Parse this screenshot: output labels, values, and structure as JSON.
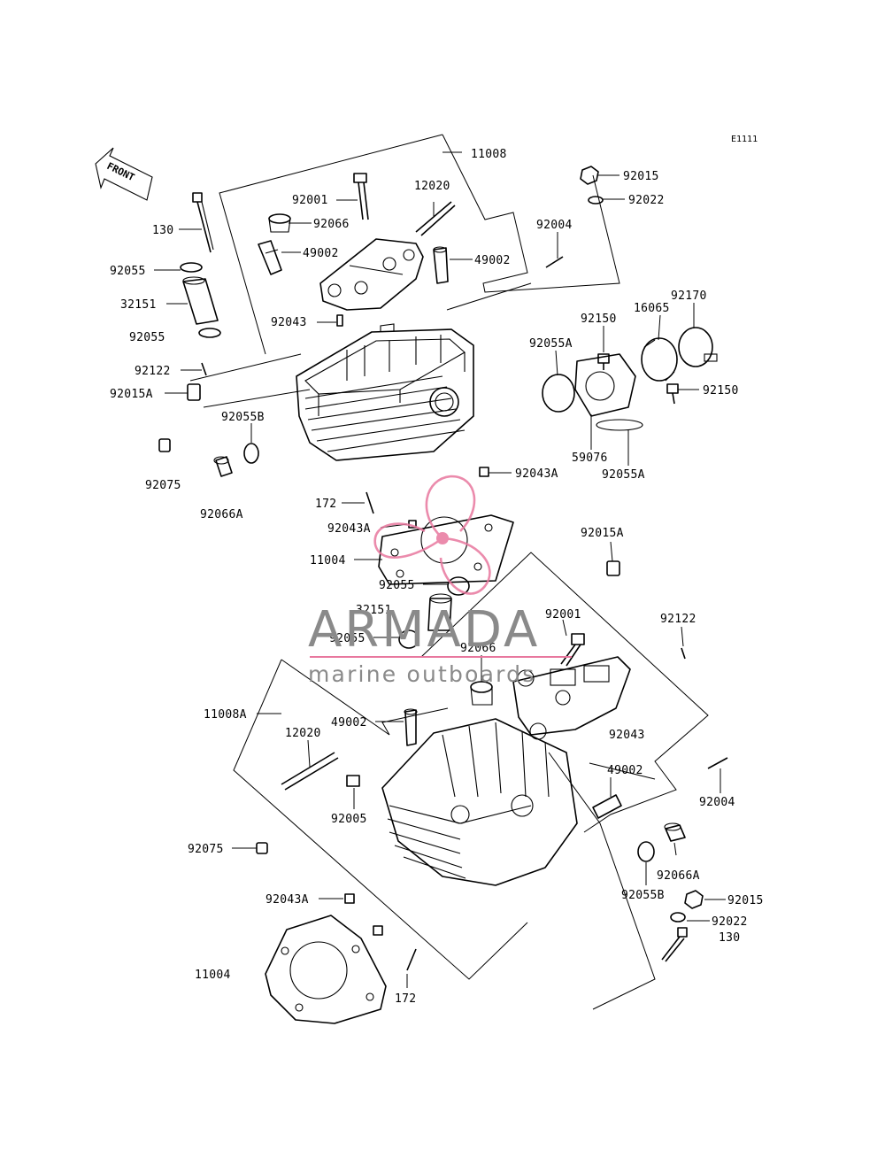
{
  "diagram_code": "E1111",
  "front_arrow": {
    "label": "FRONT"
  },
  "watermark": {
    "brand": "ARMADA",
    "tagline": "marine outboards",
    "accent_color": "#e8779e",
    "text_color": "#8a8a8a"
  },
  "callouts": {
    "top": [
      "11008",
      "92015",
      "92022",
      "92001",
      "12020",
      "130",
      "92066",
      "92004",
      "49002",
      "49002",
      "92055",
      "32151",
      "92170",
      "92043",
      "92150",
      "16065",
      "92055",
      "92055A",
      "92122",
      "92150",
      "92015A",
      "92055B",
      "59076",
      "92055A",
      "92043A",
      "92075",
      "172",
      "92066A",
      "92043A",
      "11004",
      "92055"
    ],
    "bottom": [
      "92015A",
      "32151",
      "92001",
      "92055",
      "92122",
      "92066",
      "11008A",
      "49002",
      "12020",
      "92043",
      "49002",
      "92004",
      "92005",
      "92075",
      "92066A",
      "92055B",
      "92015",
      "92043A",
      "92022",
      "130",
      "11004",
      "172"
    ]
  }
}
